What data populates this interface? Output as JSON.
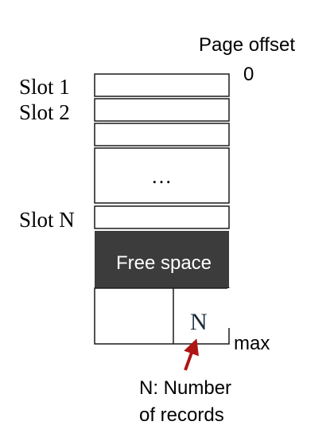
{
  "diagram": {
    "header": {
      "title": "Page offset",
      "offset_zero": "0"
    },
    "slots": {
      "slot1": "Slot 1",
      "slot2": "Slot 2",
      "slotN": "Slot N",
      "ellipsis": "…"
    },
    "free_space": "Free space",
    "footer": {
      "n_cell": "N",
      "max": "max"
    },
    "annotation": {
      "line1": "N: Number",
      "line2": "of records"
    },
    "colors": {
      "free_space_fill": "#3c3c3c",
      "arrow": "#b01515",
      "outline": "#1a1a1a"
    }
  }
}
